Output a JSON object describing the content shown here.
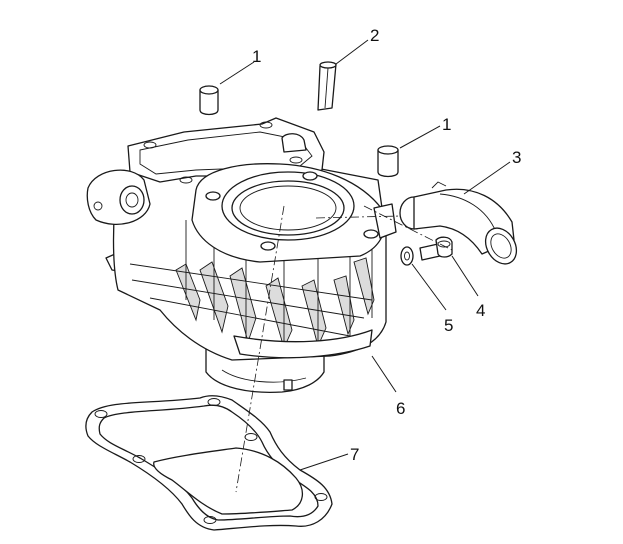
{
  "callouts": [
    {
      "id": "dowel-pin-upper-left",
      "label": "1"
    },
    {
      "id": "stud-pin",
      "label": "2"
    },
    {
      "id": "dowel-pin-upper-right",
      "label": "1"
    },
    {
      "id": "intake-elbow",
      "label": "3"
    },
    {
      "id": "bolt",
      "label": "4"
    },
    {
      "id": "washer",
      "label": "5"
    },
    {
      "id": "cylinder-block",
      "label": "6"
    },
    {
      "id": "base-gasket",
      "label": "7"
    }
  ]
}
